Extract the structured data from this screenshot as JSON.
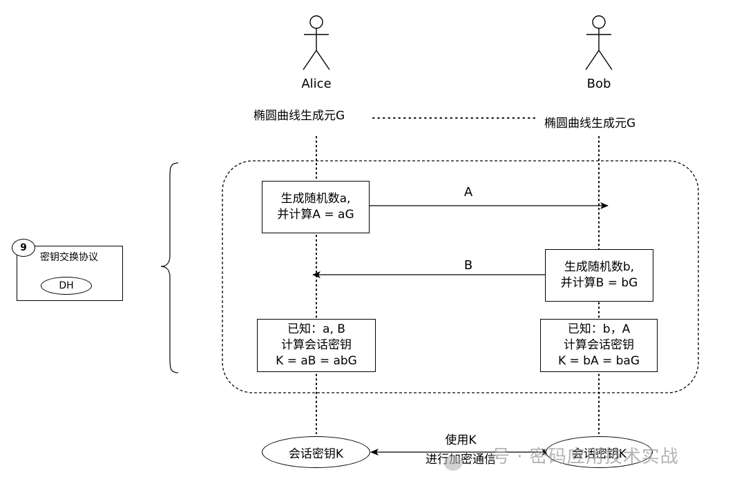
{
  "actors": {
    "alice": {
      "name": "Alice"
    },
    "bob": {
      "name": "Bob"
    }
  },
  "generator": {
    "alice_label": "椭圆曲线生成元G",
    "bob_label": "椭圆曲线生成元G"
  },
  "steps": {
    "alice_generate": {
      "line1": "生成随机数a,",
      "line2": "并计算A = aG"
    },
    "bob_generate": {
      "line1": "生成随机数b,",
      "line2": "并计算B = bG"
    },
    "alice_compute": {
      "line1": "已知：a, B",
      "line2": "计算会话密钥",
      "line3": "K = aB = abG"
    },
    "bob_compute": {
      "line1": "已知：b，A",
      "line2": "计算会话密钥",
      "line3": "K = bA = baG"
    }
  },
  "messages": {
    "a_to_b": "A",
    "b_to_a": "B"
  },
  "session_keys": {
    "alice": "会话密钥K",
    "bob": "会话密钥K",
    "link_line1": "使用K",
    "link_line2": "进行加密通信"
  },
  "legend_card": {
    "number": "9",
    "title": "密钥交换协议",
    "tag": "DH"
  },
  "watermark": {
    "text": "号 · 密码应用技术实战"
  }
}
